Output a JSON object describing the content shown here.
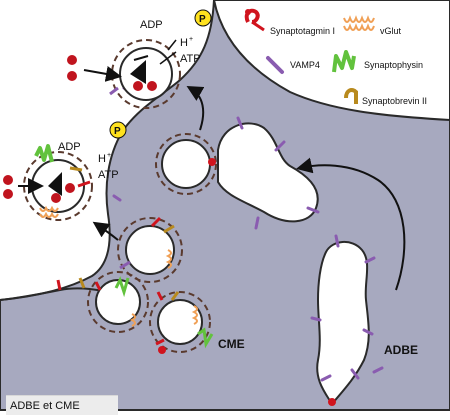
{
  "legend": {
    "synaptotagmin": "Synaptotagmin I",
    "vglut": "vGlut",
    "vamp4": "VAMP4",
    "synaptophysin": "Synaptophysin",
    "synaptobrevin": "Synaptobrevin II"
  },
  "labels": {
    "adp_top": "ADP",
    "h_top": "H",
    "plus_top": "+",
    "atp_top": "ATP",
    "p_top": "P",
    "adp_left": "ADP",
    "h_left": "H",
    "plus_left": "+",
    "atp_left": "ATP",
    "p_left": "P",
    "cme": "CME",
    "adbe": "ADBE"
  },
  "caption": "ADBE et CME",
  "colors": {
    "terminal": "#a7a9bf",
    "terminal_stroke": "#2a2a2a",
    "synaptotagmin": "#d0141e",
    "vglut": "#f0a056",
    "vamp4": "#8a5cb0",
    "synaptophysin": "#62c23d",
    "synaptobrevin": "#b88a1e",
    "phosphate": "#ffe21f",
    "clathrin": "#5a3a2e"
  }
}
